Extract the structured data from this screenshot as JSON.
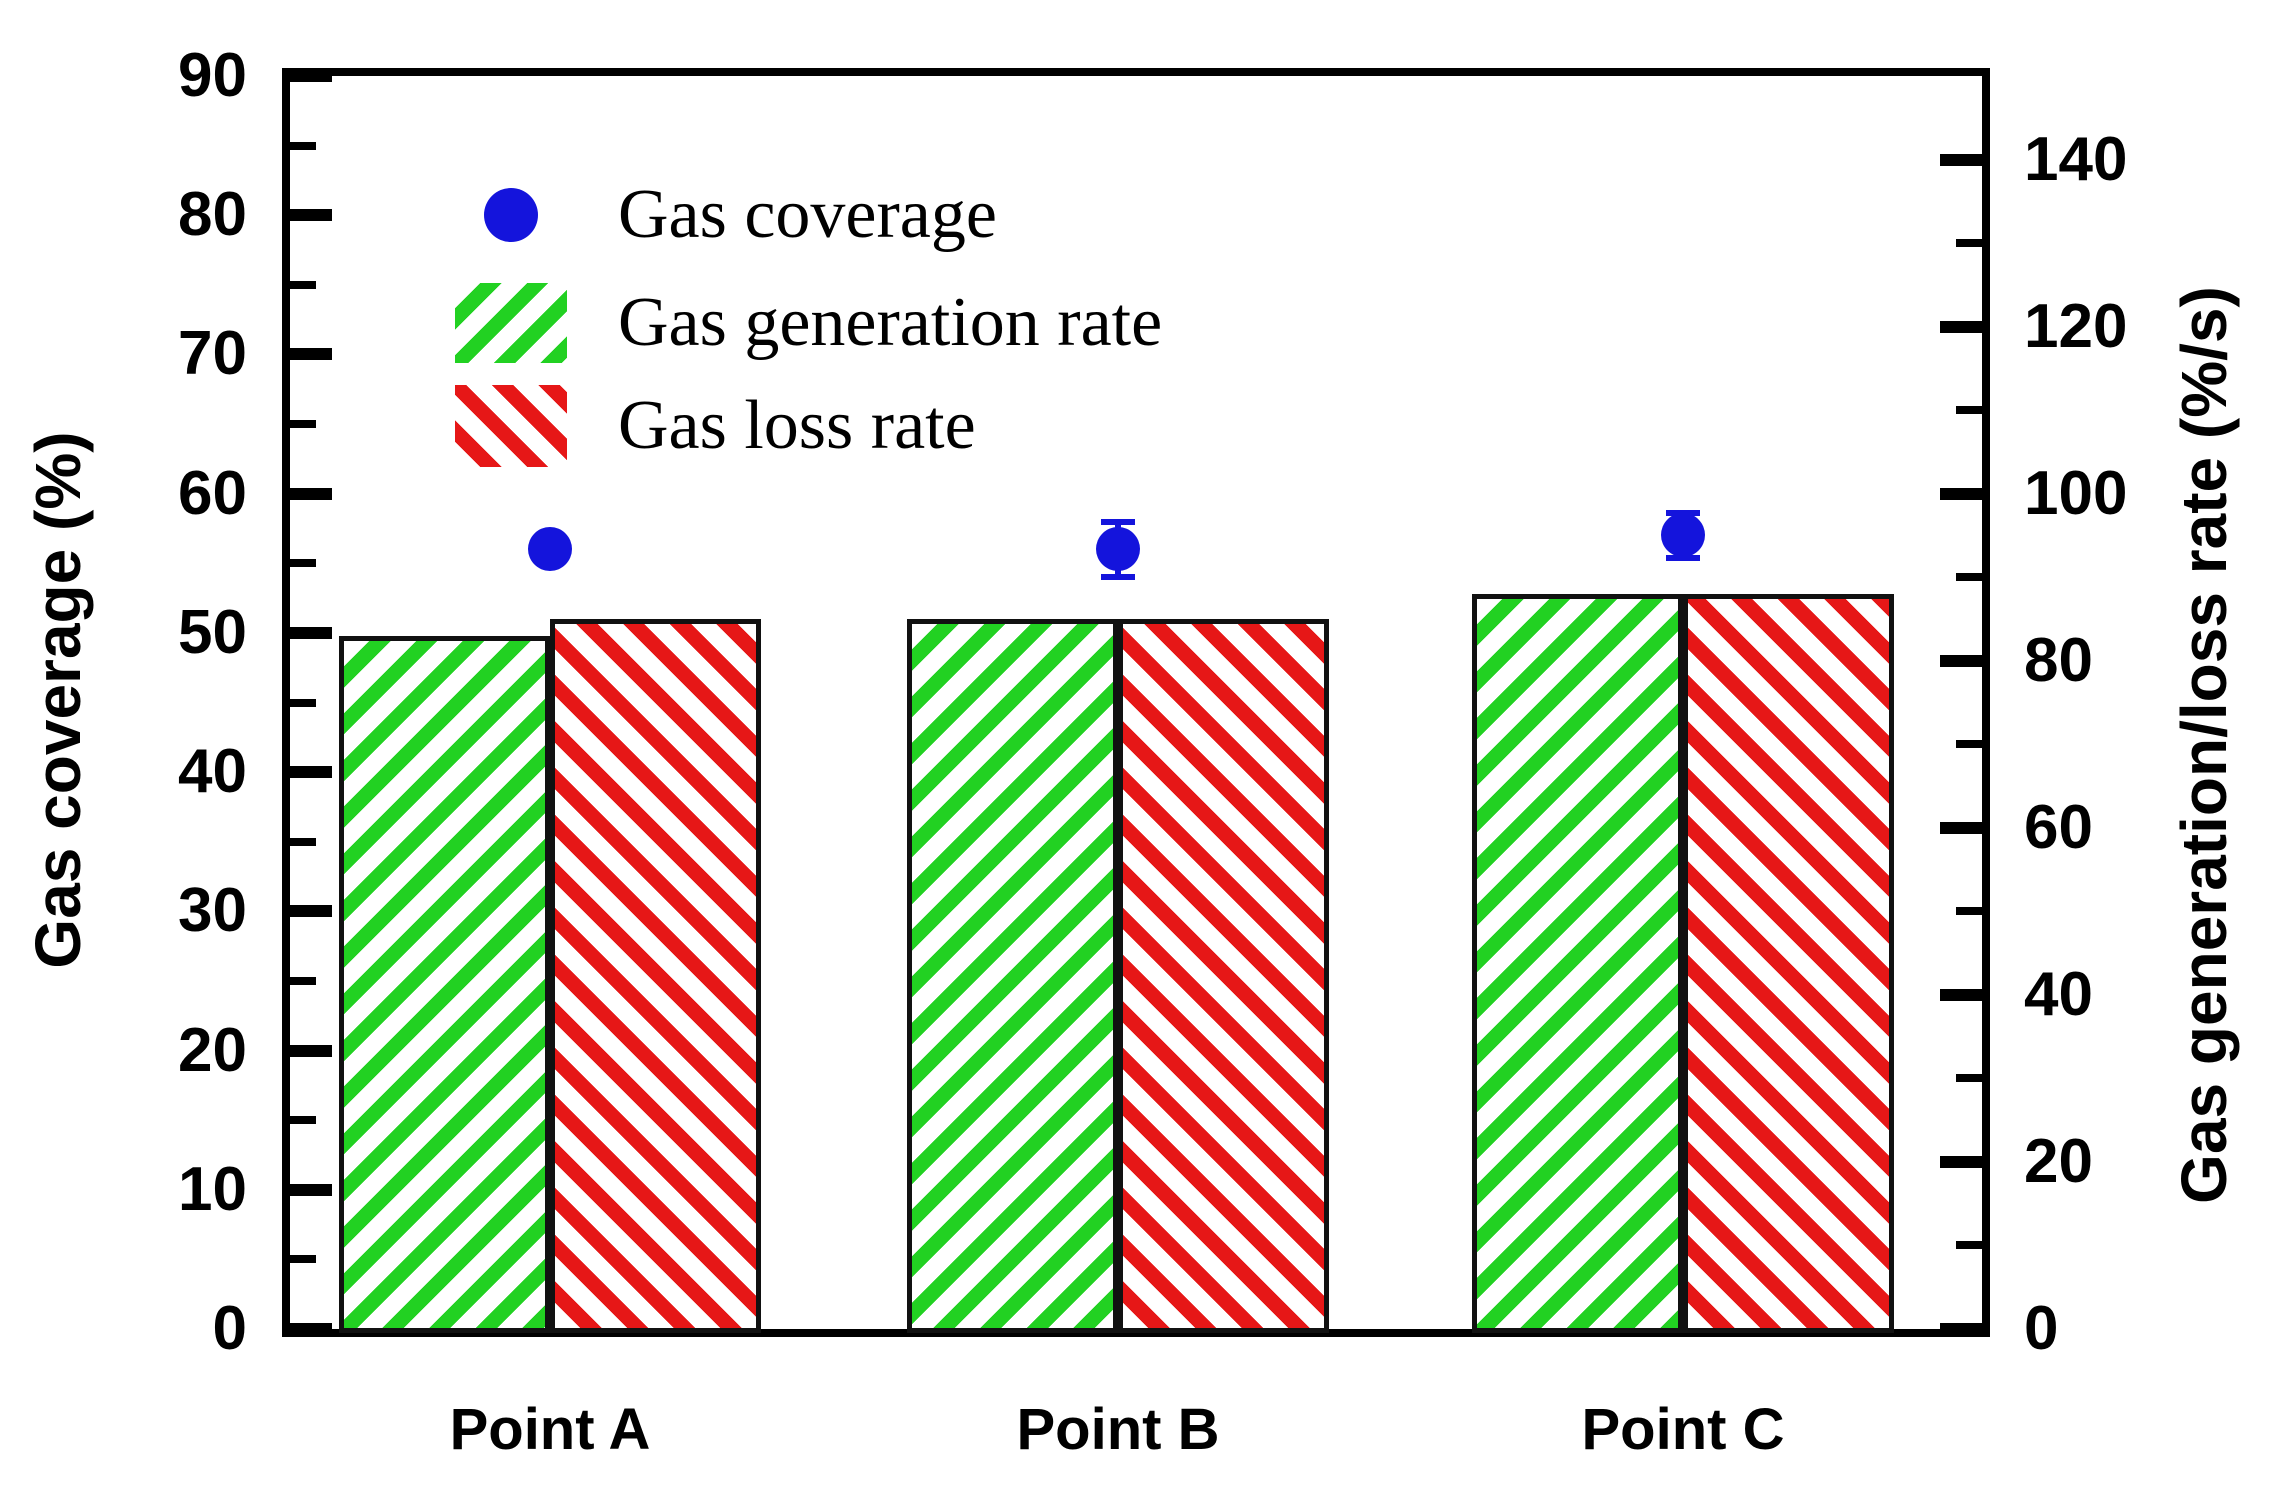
{
  "chart_data": {
    "type": "bar",
    "title": "",
    "categories": [
      "Point A",
      "Point B",
      "Point C"
    ],
    "series": [
      {
        "name": "Gas coverage",
        "type": "scatter",
        "axis": "left",
        "marker": "circle",
        "color": "#1414dc",
        "values": [
          56,
          56,
          57
        ],
        "error_bars": [
          0.8,
          2.0,
          1.6
        ]
      },
      {
        "name": "Gas generation rate",
        "type": "bar",
        "axis": "right",
        "hatch": "diagonal-up",
        "color": "#22d122",
        "values": [
          83,
          85,
          88
        ]
      },
      {
        "name": "Gas loss rate",
        "type": "bar",
        "axis": "right",
        "hatch": "diagonal-down",
        "color": "#e61717",
        "values": [
          85,
          85,
          88
        ]
      }
    ],
    "left_axis": {
      "label": "Gas coverage (%)",
      "min": 0,
      "max": 90,
      "major_step": 10,
      "minor_step": 5,
      "tick_labels": [
        "0",
        "10",
        "20",
        "30",
        "40",
        "50",
        "60",
        "70",
        "80",
        "90"
      ]
    },
    "right_axis": {
      "label": "Gas generation/loss rate (%/s)",
      "min": 0,
      "max": 150,
      "top_label": 140,
      "major_step": 20,
      "minor_step": 10,
      "tick_labels": [
        "0",
        "20",
        "40",
        "60",
        "80",
        "100",
        "120",
        "140"
      ]
    },
    "legend": {
      "position": "top-left-inside",
      "entries": [
        "Gas coverage",
        "Gas generation rate",
        "Gas loss rate"
      ]
    },
    "grid": false
  },
  "colors": {
    "marker_blue": "#1414dc",
    "hatch_green": "#22d122",
    "hatch_red": "#e61717",
    "axis_black": "#000000",
    "background": "#ffffff"
  }
}
